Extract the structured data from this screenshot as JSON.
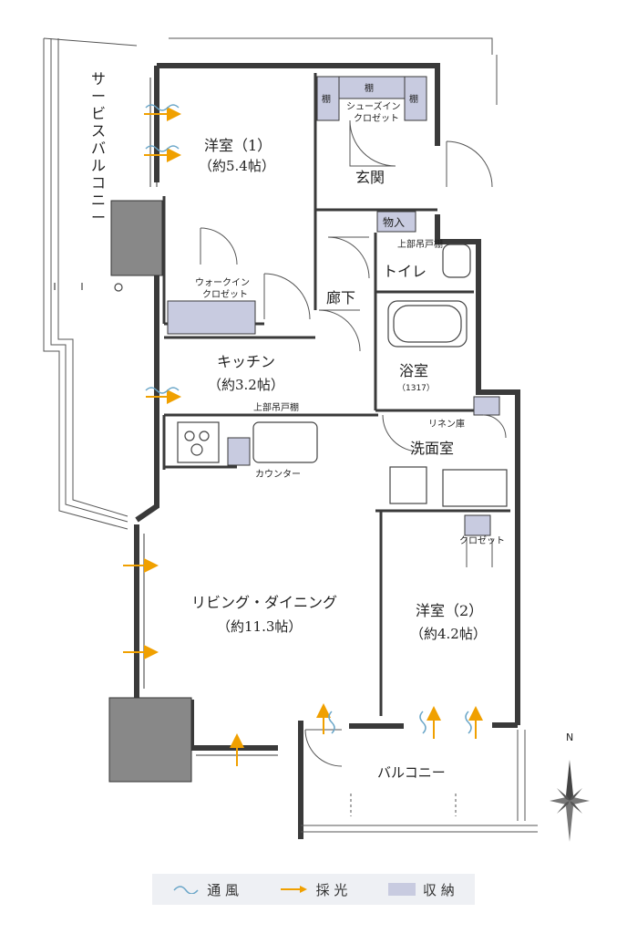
{
  "rooms": {
    "western1": {
      "name": "洋室（1）",
      "size": "（約5.4帖）"
    },
    "shoes_closet": "シューズイン\nクロゼット",
    "shelf": "棚",
    "entrance": "玄関",
    "storage": "物入",
    "toilet": "トイレ",
    "upper_cabinet_toilet": "上部吊戸棚",
    "walk_in_closet": "ウォークイン\nクロゼット",
    "corridor": "廊下",
    "kitchen": {
      "name": "キッチン",
      "size": "（約3.2帖）"
    },
    "upper_cabinet_kitchen": "上部吊戸棚",
    "counter": "カウンター",
    "bathroom": {
      "name": "浴室",
      "size": "（1317）"
    },
    "linen": "リネン庫",
    "washroom": "洗面室",
    "closet": "クロゼット",
    "living": {
      "name": "リビング・ダイニング",
      "size": "（約11.3帖）"
    },
    "western2": {
      "name": "洋室（2）",
      "size": "（約4.2帖）"
    },
    "balcony": "バルコニー",
    "service_balcony": "サービスバルコニー"
  },
  "compass": {
    "north": "N"
  },
  "legend": {
    "ventilation": "通 風",
    "daylight": "採 光",
    "storage": "収 納"
  },
  "colors": {
    "wall": "#3a3a3a",
    "storage_fill": "#c8cbe0",
    "arrow": "#f0a000",
    "wind": "#6aa6c8",
    "legend_bg": "#eef0f4"
  }
}
